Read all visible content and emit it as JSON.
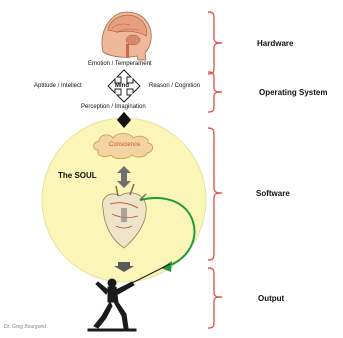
{
  "mind": {
    "top": "Emotion / Temperament",
    "left": "Aptitude / Intellect",
    "center": "Mind",
    "right": "Reason / Cognition",
    "bottom": "Perception / Imagination"
  },
  "soul": {
    "conscience": "Conscience",
    "title": "The SOUL"
  },
  "layers": {
    "hardware": "Hardware",
    "operating_system": "Operating System",
    "software": "Software",
    "output": "Output"
  },
  "credit": "Dr. Greg Bourgond",
  "colors": {
    "bracket": "#e05a4e",
    "soul_fill": "#fbf6b8",
    "cloud_fill": "#f3d3a0",
    "cloud_stroke": "#c79a4c",
    "curve": "#1e9a3c",
    "arrow_dark": "#111111"
  }
}
